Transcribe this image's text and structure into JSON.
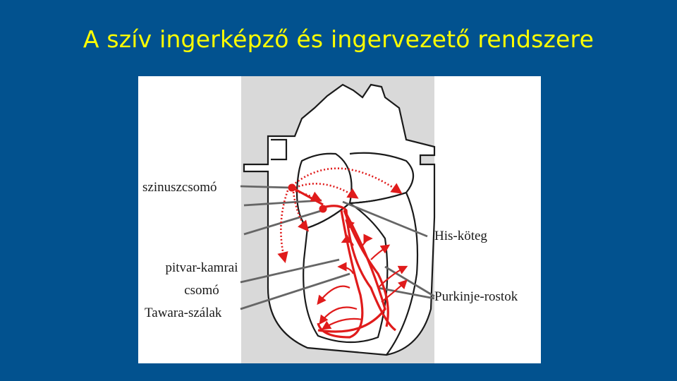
{
  "title": "A szív ingerképző és ingervezető rendszere",
  "diagram": {
    "labels": {
      "sinus_node": "szinuszcsomó",
      "av_node_line1": "pitvar-kamrai",
      "av_node_line2": "csomó",
      "tawara": "Tawara-szálak",
      "his": "His-köteg",
      "purkinje": "Purkinje-rostok"
    },
    "colors": {
      "background": "#02528f",
      "title": "#ffff00",
      "panel": "#d9d9d9",
      "conduction": "#e01b1b",
      "leader": "#666666"
    },
    "icons": [
      "heart-outline-drawing",
      "sinus-node-dot",
      "av-node-dot"
    ]
  }
}
